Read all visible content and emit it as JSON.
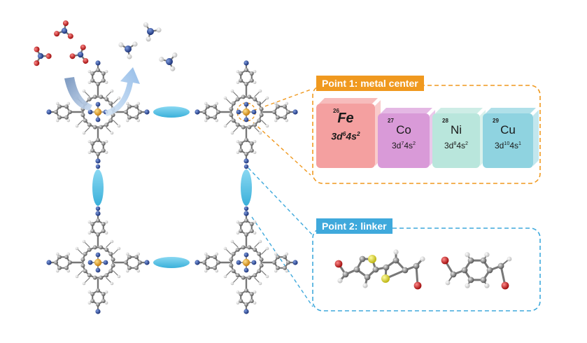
{
  "point1": {
    "label": "Point 1: metal center",
    "color": "#f0991f"
  },
  "point2": {
    "label": "Point 2: linker",
    "color": "#3fa9dc"
  },
  "elements": [
    {
      "number": "26",
      "symbol": "Fe",
      "config_base": "3d",
      "config_sup1": "6",
      "config_mid": "4s",
      "config_sup2": "2",
      "color": "#f4a0a0"
    },
    {
      "number": "27",
      "symbol": "Co",
      "config_base": "3d",
      "config_sup1": "7",
      "config_mid": "4s",
      "config_sup2": "2",
      "color": "#d99ad8"
    },
    {
      "number": "28",
      "symbol": "Ni",
      "config_base": "3d",
      "config_sup1": "8",
      "config_mid": "4s",
      "config_sup2": "2",
      "color": "#b9e6dc"
    },
    {
      "number": "29",
      "symbol": "Cu",
      "config_base": "3d",
      "config_sup1": "10",
      "config_mid": "4s",
      "config_sup2": "1",
      "color": "#8fd3e0"
    }
  ],
  "colors": {
    "linker": "#5bc3e6",
    "carbon": "#8a8a8a",
    "nitrogen": "#2d4fa8",
    "metal": "#e8a62a",
    "oxygen": "#d42020",
    "sulfur": "#e6e02a",
    "arrow": "#9fc0e0"
  },
  "icons": [
    "porphyrin-framework",
    "nitrate-molecule-icon",
    "ammonia-molecule-icon",
    "conversion-arrow-icon"
  ]
}
